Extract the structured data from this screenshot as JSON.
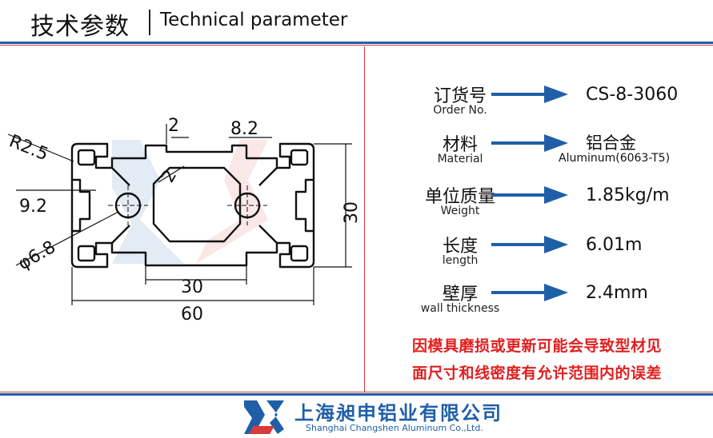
{
  "header": {
    "title_cn": "技术参数",
    "title_en": "Technical parameter"
  },
  "drawing": {
    "labels": {
      "radius": "R2.5",
      "top_slot_depth": "2",
      "top_slot_width": "8.2",
      "inner_radius": "2",
      "left_offset": "9.2",
      "hole_dia": "φ6.8",
      "height": "30",
      "inner_width": "30",
      "total_width": "60"
    }
  },
  "params": [
    {
      "cn": "订货号",
      "en": "Order No.",
      "value": "CS-8-3060"
    },
    {
      "cn": "材料",
      "en": "Material",
      "value": "铝合金",
      "value_sub": "Aluminum(6063-T5)"
    },
    {
      "cn": "单位质量",
      "en": "Weight",
      "value": "1.85kg/m"
    },
    {
      "cn": "长度",
      "en": "length",
      "value": "6.01m"
    },
    {
      "cn": "壁厚",
      "en": "wall thickness",
      "value": "2.4mm"
    }
  ],
  "note": {
    "line1": "因模具磨损或更新可能会导致型材见",
    "line2": "面尺寸和线密度有允许范围内的误差"
  },
  "footer": {
    "company_cn": "上海昶申铝业有限公司",
    "company_en": "Shanghai  Changshen Aluminum  Co.,Ltd."
  },
  "colors": {
    "brand_blue": "#1f5fa8",
    "accent_red": "#d93a3a",
    "note_red": "#e02020"
  }
}
